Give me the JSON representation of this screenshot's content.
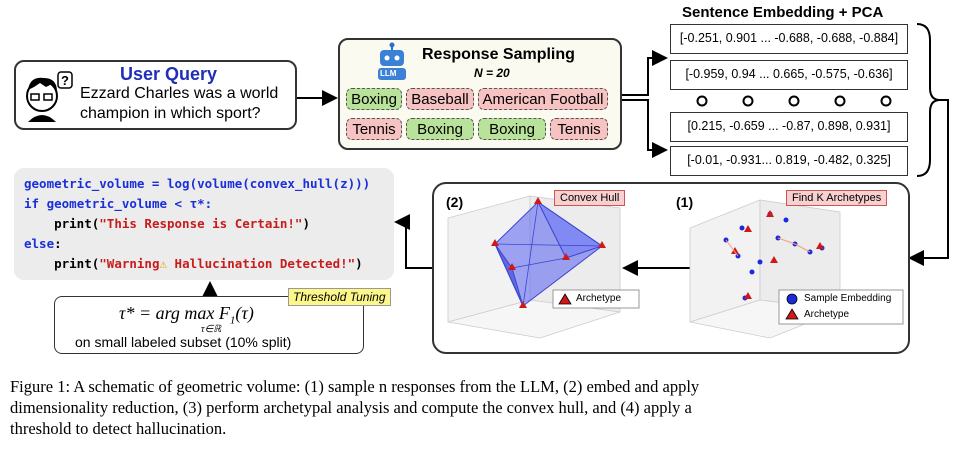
{
  "user_query": {
    "title": "User Query",
    "text_line1": "Ezzard Charles was a world",
    "text_line2": "champion in which sport?"
  },
  "sampling": {
    "title": "Response Sampling",
    "n_label": "N = 20",
    "robot_label": "LLM",
    "chips_row1": [
      {
        "text": "Boxing",
        "color": "green"
      },
      {
        "text": "Baseball",
        "color": "pink"
      },
      {
        "text": "American Football",
        "color": "pink"
      }
    ],
    "chips_row2": [
      {
        "text": "Tennis",
        "color": "pink"
      },
      {
        "text": "Boxing",
        "color": "green"
      },
      {
        "text": "Boxing",
        "color": "green"
      },
      {
        "text": "Tennis",
        "color": "pink"
      }
    ]
  },
  "embedding": {
    "title": "Sentence Embedding + PCA",
    "rows": [
      "[-0.251, 0.901 ... -0.688, -0.688, -0.884]",
      "[-0.959, 0.94 ... 0.665, -0.575, -0.636]",
      "[0.215, -0.659 ... -0.87, 0.898, 0.931]",
      "[-0.01, -0.931... 0.819, -0.482, 0.325]"
    ]
  },
  "code": {
    "line1": "geometric_volume = log(volume(convex_hull(z)))",
    "line2_kw": "if",
    "line2_rest": " geometric_volume < τ*:",
    "line3_fn": "    print(",
    "line3_str": "\"This Response is Certain!\"",
    "line3_end": ")",
    "line4_kw": "else",
    "line4_end": ":",
    "line5_fn": "    print(",
    "line5_str_a": "\"Warning",
    "line5_str_b": " Hallucination Detected!\"",
    "line5_end": ")"
  },
  "threshold": {
    "tag": "Threshold Tuning",
    "formula_lhs": "τ* = arg max F",
    "formula_sub": "1",
    "formula_rhs": "(τ)",
    "formula_under": "τ∈ℝ",
    "subset_text": "on small labeled subset (10% split)"
  },
  "panels": {
    "left_num": "(2)",
    "left_tag": "Convex Hull",
    "left_legend": "Archetype",
    "right_num": "(1)",
    "right_tag": "Find K Archetypes",
    "right_legend1": "Sample Embedding",
    "right_legend2": "Archetype"
  },
  "caption": {
    "line1": "Figure 1: A schematic of geometric volume: (1) sample n responses from the LLM, (2) embed and apply",
    "line2": "dimensionality reduction, (3) perform archetypal analysis and compute the convex hull, and (4) apply a",
    "line3": "threshold to detect hallucination."
  },
  "colors": {
    "title_blue": "#1f2fb8",
    "chip_green": "#b9e39a",
    "chip_pink": "#f6c2c2",
    "hull_blue": "#5560f0",
    "archetype_red": "#d01818",
    "code_bg": "#ececec"
  }
}
